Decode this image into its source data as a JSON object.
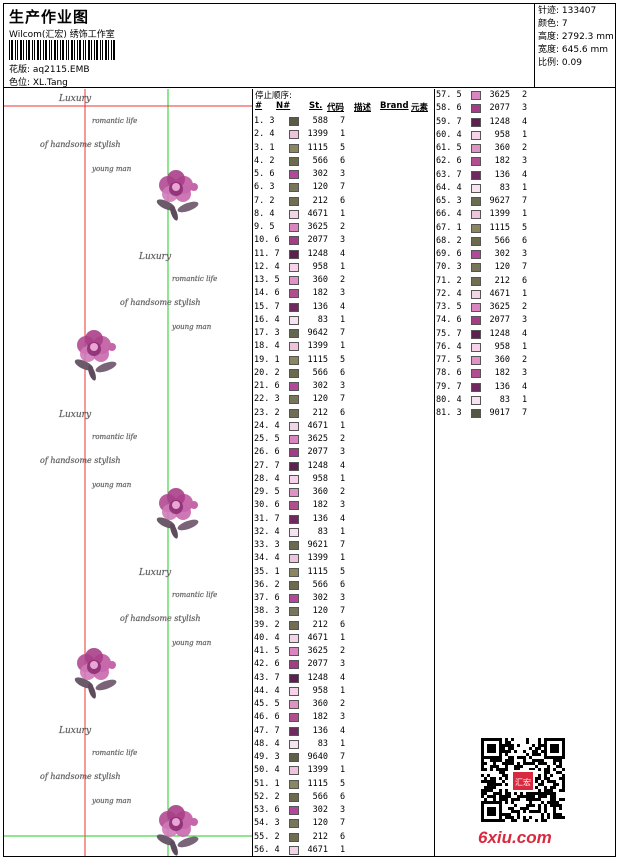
{
  "header": {
    "title": "生产作业图",
    "studio": "Wilcom(汇宏) 绣饰工作室",
    "pattern_label": "花版: aq2115.EMB",
    "color_label": "色位: XL.Tang"
  },
  "stats": {
    "stitches": "针迹: 133407",
    "colors": "颜色: 7",
    "height": "高度: 2792.3 mm",
    "width": "宽度: 645.6 mm",
    "scale": "比例: 0.09"
  },
  "table": {
    "stop_order": "停止顺序:",
    "h_no": "#",
    "h_n": "N#",
    "h_st": "St.",
    "h_code": "代码",
    "h_desc": "描述",
    "h_brand": "Brand",
    "h_elem": "元素"
  },
  "design": {
    "script_lines": [
      "Luxury",
      "romantic life",
      "of handsome stylish",
      "young man"
    ]
  },
  "colors": {
    "588": "#5b5a44",
    "1399": "#eec4dc",
    "1115": "#8a8660",
    "566": "#6b6a4c",
    "302": "#b2479b",
    "120": "#77765a",
    "212": "#6f6e52",
    "4671": "#f1d4e6",
    "3625": "#d886bd",
    "2077": "#a43d86",
    "1248": "#5e2050",
    "958": "#f6d3e9",
    "360": "#de93c4",
    "182": "#b04f90",
    "136": "#6e2a5e",
    "83": "#f7e2ef",
    "9642": "#66664e",
    "9621": "#6a6a50",
    "9640": "#606048",
    "9627": "#6c6c52",
    "9017": "#565644"
  },
  "rows": [
    {
      "i": "1.",
      "n": "3",
      "code": "588",
      "cnt": "7"
    },
    {
      "i": "2.",
      "n": "4",
      "code": "1399",
      "cnt": "1"
    },
    {
      "i": "3.",
      "n": "1",
      "code": "1115",
      "cnt": "5"
    },
    {
      "i": "4.",
      "n": "2",
      "code": "566",
      "cnt": "6"
    },
    {
      "i": "5.",
      "n": "6",
      "code": "302",
      "cnt": "3"
    },
    {
      "i": "6.",
      "n": "3",
      "code": "120",
      "cnt": "7"
    },
    {
      "i": "7.",
      "n": "2",
      "code": "212",
      "cnt": "6"
    },
    {
      "i": "8.",
      "n": "4",
      "code": "4671",
      "cnt": "1"
    },
    {
      "i": "9.",
      "n": "5",
      "code": "3625",
      "cnt": "2"
    },
    {
      "i": "10.",
      "n": "6",
      "code": "2077",
      "cnt": "3"
    },
    {
      "i": "11.",
      "n": "7",
      "code": "1248",
      "cnt": "4"
    },
    {
      "i": "12.",
      "n": "4",
      "code": "958",
      "cnt": "1"
    },
    {
      "i": "13.",
      "n": "5",
      "code": "360",
      "cnt": "2"
    },
    {
      "i": "14.",
      "n": "6",
      "code": "182",
      "cnt": "3"
    },
    {
      "i": "15.",
      "n": "7",
      "code": "136",
      "cnt": "4"
    },
    {
      "i": "16.",
      "n": "4",
      "code": "83",
      "cnt": "1"
    },
    {
      "i": "17.",
      "n": "3",
      "code": "9642",
      "cnt": "7"
    },
    {
      "i": "18.",
      "n": "4",
      "code": "1399",
      "cnt": "1"
    },
    {
      "i": "19.",
      "n": "1",
      "code": "1115",
      "cnt": "5"
    },
    {
      "i": "20.",
      "n": "2",
      "code": "566",
      "cnt": "6"
    },
    {
      "i": "21.",
      "n": "6",
      "code": "302",
      "cnt": "3"
    },
    {
      "i": "22.",
      "n": "3",
      "code": "120",
      "cnt": "7"
    },
    {
      "i": "23.",
      "n": "2",
      "code": "212",
      "cnt": "6"
    },
    {
      "i": "24.",
      "n": "4",
      "code": "4671",
      "cnt": "1"
    },
    {
      "i": "25.",
      "n": "5",
      "code": "3625",
      "cnt": "2"
    },
    {
      "i": "26.",
      "n": "6",
      "code": "2077",
      "cnt": "3"
    },
    {
      "i": "27.",
      "n": "7",
      "code": "1248",
      "cnt": "4"
    },
    {
      "i": "28.",
      "n": "4",
      "code": "958",
      "cnt": "1"
    },
    {
      "i": "29.",
      "n": "5",
      "code": "360",
      "cnt": "2"
    },
    {
      "i": "30.",
      "n": "6",
      "code": "182",
      "cnt": "3"
    },
    {
      "i": "31.",
      "n": "7",
      "code": "136",
      "cnt": "4"
    },
    {
      "i": "32.",
      "n": "4",
      "code": "83",
      "cnt": "1"
    },
    {
      "i": "33.",
      "n": "3",
      "code": "9621",
      "cnt": "7"
    },
    {
      "i": "34.",
      "n": "4",
      "code": "1399",
      "cnt": "1"
    },
    {
      "i": "35.",
      "n": "1",
      "code": "1115",
      "cnt": "5"
    },
    {
      "i": "36.",
      "n": "2",
      "code": "566",
      "cnt": "6"
    },
    {
      "i": "37.",
      "n": "6",
      "code": "302",
      "cnt": "3"
    },
    {
      "i": "38.",
      "n": "3",
      "code": "120",
      "cnt": "7"
    },
    {
      "i": "39.",
      "n": "2",
      "code": "212",
      "cnt": "6"
    },
    {
      "i": "40.",
      "n": "4",
      "code": "4671",
      "cnt": "1"
    },
    {
      "i": "41.",
      "n": "5",
      "code": "3625",
      "cnt": "2"
    },
    {
      "i": "42.",
      "n": "6",
      "code": "2077",
      "cnt": "3"
    },
    {
      "i": "43.",
      "n": "7",
      "code": "1248",
      "cnt": "4"
    },
    {
      "i": "44.",
      "n": "4",
      "code": "958",
      "cnt": "1"
    },
    {
      "i": "45.",
      "n": "5",
      "code": "360",
      "cnt": "2"
    },
    {
      "i": "46.",
      "n": "6",
      "code": "182",
      "cnt": "3"
    },
    {
      "i": "47.",
      "n": "7",
      "code": "136",
      "cnt": "4"
    },
    {
      "i": "48.",
      "n": "4",
      "code": "83",
      "cnt": "1"
    },
    {
      "i": "49.",
      "n": "3",
      "code": "9640",
      "cnt": "7"
    },
    {
      "i": "50.",
      "n": "4",
      "code": "1399",
      "cnt": "1"
    },
    {
      "i": "51.",
      "n": "1",
      "code": "1115",
      "cnt": "5"
    },
    {
      "i": "52.",
      "n": "2",
      "code": "566",
      "cnt": "6"
    },
    {
      "i": "53.",
      "n": "6",
      "code": "302",
      "cnt": "3"
    },
    {
      "i": "54.",
      "n": "3",
      "code": "120",
      "cnt": "7"
    },
    {
      "i": "55.",
      "n": "2",
      "code": "212",
      "cnt": "6"
    },
    {
      "i": "56.",
      "n": "4",
      "code": "4671",
      "cnt": "1"
    },
    {
      "i": "57.",
      "n": "5",
      "code": "3625",
      "cnt": "2"
    },
    {
      "i": "58.",
      "n": "6",
      "code": "2077",
      "cnt": "3"
    },
    {
      "i": "59.",
      "n": "7",
      "code": "1248",
      "cnt": "4"
    },
    {
      "i": "60.",
      "n": "4",
      "code": "958",
      "cnt": "1"
    },
    {
      "i": "61.",
      "n": "5",
      "code": "360",
      "cnt": "2"
    },
    {
      "i": "62.",
      "n": "6",
      "code": "182",
      "cnt": "3"
    },
    {
      "i": "63.",
      "n": "7",
      "code": "136",
      "cnt": "4"
    },
    {
      "i": "64.",
      "n": "4",
      "code": "83",
      "cnt": "1"
    },
    {
      "i": "65.",
      "n": "3",
      "code": "9627",
      "cnt": "7"
    },
    {
      "i": "66.",
      "n": "4",
      "code": "1399",
      "cnt": "1"
    },
    {
      "i": "67.",
      "n": "1",
      "code": "1115",
      "cnt": "5"
    },
    {
      "i": "68.",
      "n": "2",
      "code": "566",
      "cnt": "6"
    },
    {
      "i": "69.",
      "n": "6",
      "code": "302",
      "cnt": "3"
    },
    {
      "i": "70.",
      "n": "3",
      "code": "120",
      "cnt": "7"
    },
    {
      "i": "71.",
      "n": "2",
      "code": "212",
      "cnt": "6"
    },
    {
      "i": "72.",
      "n": "4",
      "code": "4671",
      "cnt": "1"
    },
    {
      "i": "73.",
      "n": "5",
      "code": "3625",
      "cnt": "2"
    },
    {
      "i": "74.",
      "n": "6",
      "code": "2077",
      "cnt": "3"
    },
    {
      "i": "75.",
      "n": "7",
      "code": "1248",
      "cnt": "4"
    },
    {
      "i": "76.",
      "n": "4",
      "code": "958",
      "cnt": "1"
    },
    {
      "i": "77.",
      "n": "5",
      "code": "360",
      "cnt": "2"
    },
    {
      "i": "78.",
      "n": "6",
      "code": "182",
      "cnt": "3"
    },
    {
      "i": "79.",
      "n": "7",
      "code": "136",
      "cnt": "4"
    },
    {
      "i": "80.",
      "n": "4",
      "code": "83",
      "cnt": "1"
    },
    {
      "i": "81.",
      "n": "3",
      "code": "9017",
      "cnt": "7"
    }
  ],
  "watermark": {
    "site": "6xiu.com",
    "seal": "汇宏"
  }
}
